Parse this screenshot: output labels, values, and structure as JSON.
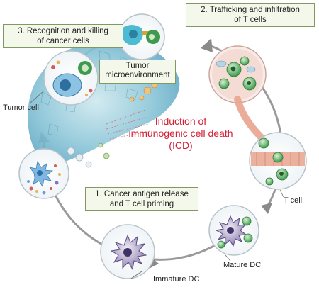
{
  "steps": {
    "step1": {
      "line1": "1. Cancer antigen release",
      "line2": "and T cell priming"
    },
    "step2": {
      "line1": "2. Trafficking and infiltration",
      "line2": "of T cells"
    },
    "step3": {
      "line1": "3. Recognition and killing",
      "line2": "of cancer cells"
    }
  },
  "center": {
    "line1": "Induction of",
    "line2": "immunogenic cell death",
    "line3": "(ICD)"
  },
  "labels": {
    "tumor_env_line1": "Tumor",
    "tumor_env_line2": "microenvironment",
    "tumor_cell": "Tumor cell",
    "t_cell": "T cell",
    "mature_dc": "Mature DC",
    "immature_dc": "Immature DC"
  },
  "colors": {
    "center_text": "#d31f35",
    "box_fill": "#f4f8ea",
    "box_border": "#7f9960",
    "cycle_arrow": "#8a8a8a",
    "vessel": "#e9a48e"
  }
}
